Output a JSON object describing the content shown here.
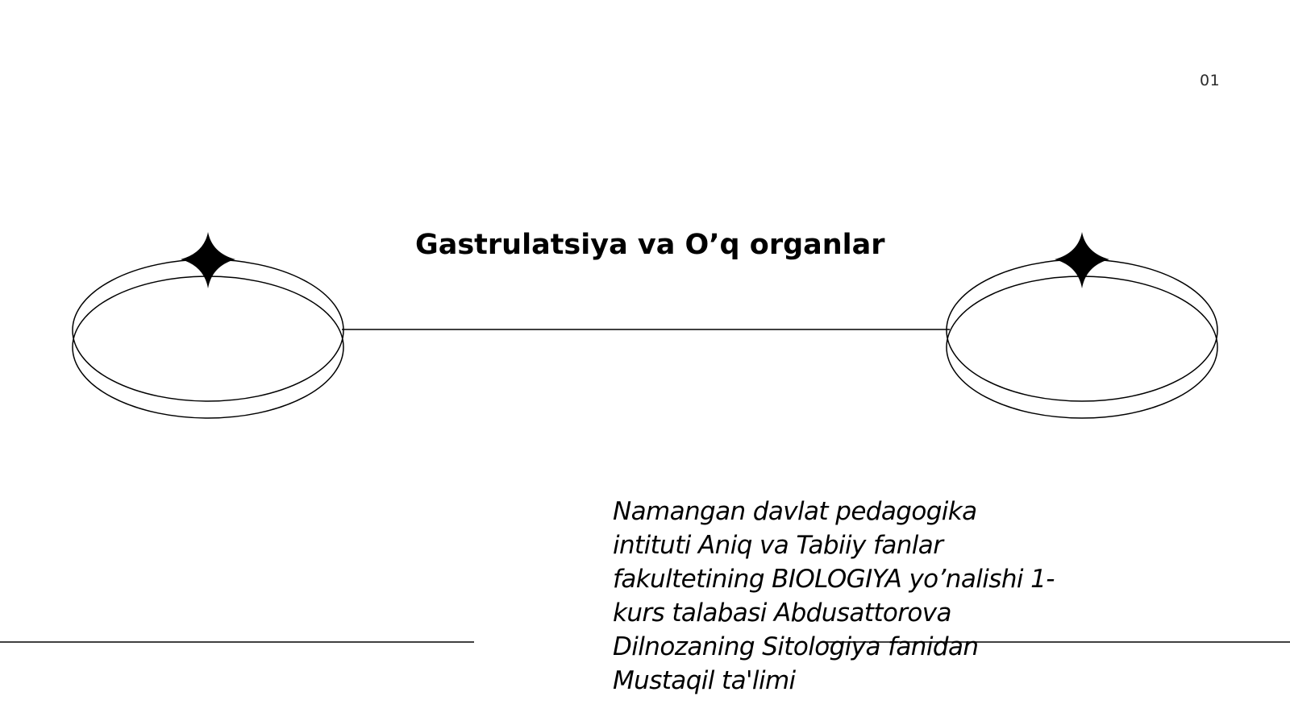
{
  "slide": {
    "page_number": "01",
    "title": "Gastrulatsiya va O’q organlar",
    "subtitle_lines": [
      "Namangan davlat pedagogika",
      "intituti Aniq va Tabiiy fanlar",
      "fakultetining BIOLOGIYA yo’nalishi 1-",
      "kurs talabasi Abdusattorova",
      "Dilnozaning Sitologiya fanidan",
      "Mustaqil ta'limi"
    ]
  },
  "decor": {
    "left": {
      "icon": "sparkle-icon",
      "shape": "double-ellipse-ring"
    },
    "right": {
      "icon": "sparkle-icon",
      "shape": "double-ellipse-ring"
    },
    "line_color": "#000000"
  }
}
